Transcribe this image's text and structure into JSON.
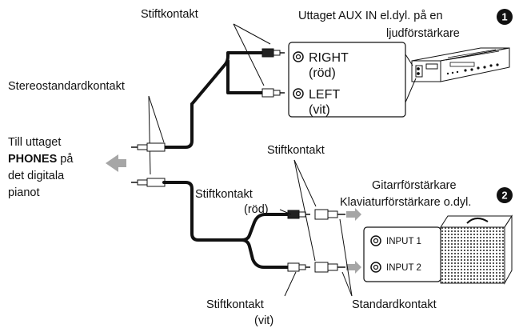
{
  "labels": {
    "pin_top": "Stiftkontakt",
    "aux_line1": "Uttaget AUX IN el.dyl. på en",
    "aux_line2": "ljudförstärkare",
    "stereo_standard": "Stereostandardkontakt",
    "till_uttaget": "Till uttaget",
    "phones_bold": "PHONES",
    "phones_suffix": " på",
    "det_digitala": "det digitala",
    "pianot": "pianot",
    "pin_mid": "Stiftkontakt",
    "pin_red_line1": "Stiftkontakt",
    "pin_red_line2": "(röd)",
    "pin_white_line1": "Stiftkontakt",
    "pin_white_line2": "(vit)",
    "standard_plug": "Standardkontakt",
    "guitar_amp": "Gitarrförstärkare",
    "keyboard_amp": "Klaviaturförstärkare o.dyl."
  },
  "audio_box": {
    "right_line1": "RIGHT",
    "right_line2": "(röd)",
    "left_line1": "LEFT",
    "left_line2": "(vit)"
  },
  "amp_box": {
    "input1": "INPUT 1",
    "input2": "INPUT 2"
  },
  "badges": [
    "1",
    "2"
  ],
  "icons": [
    "arrow-left-icon",
    "audio-amplifier-icon",
    "guitar-amplifier-icon",
    "connector-arrow-icon"
  ],
  "colors": {
    "cable": "#111111",
    "arrow": "#a6a6a6",
    "badge": "#111111",
    "ink": "#111111"
  }
}
